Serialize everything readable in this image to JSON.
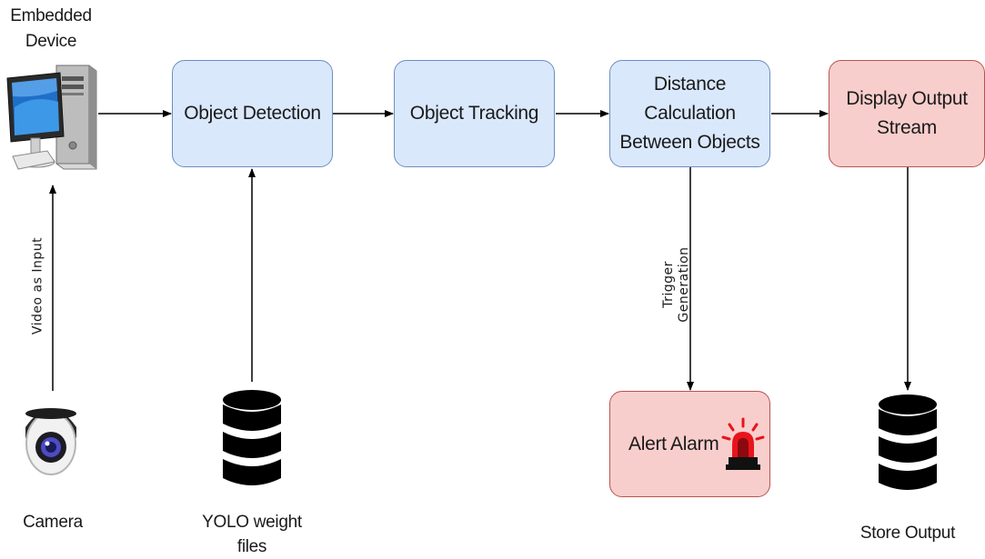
{
  "nodes": {
    "embedded_device": "Embedded\nDevice",
    "object_detection": "Object Detection",
    "object_tracking": "Object Tracking",
    "distance_calculation": "Distance Calculation\nBetween Objects",
    "display_output": "Display Output\nStream",
    "alert_alarm": "Alert Alarm",
    "camera": "Camera",
    "yolo_weights": "YOLO weight\nfiles",
    "store_output": "Store Output"
  },
  "edge_labels": {
    "video_input": "Video as Input",
    "trigger": "Trigger\nGeneration"
  },
  "colors": {
    "process_fill": "#dae8fc",
    "process_stroke": "#6c8ebf",
    "output_fill": "#f8cecc",
    "output_stroke": "#b85450",
    "alarm_red": "#e8141b"
  },
  "icons": {
    "embedded_device": "desktop-computer-icon",
    "camera": "security-camera-icon",
    "yolo_weights": "database-icon",
    "store_output": "database-icon",
    "alert_alarm": "siren-icon"
  }
}
